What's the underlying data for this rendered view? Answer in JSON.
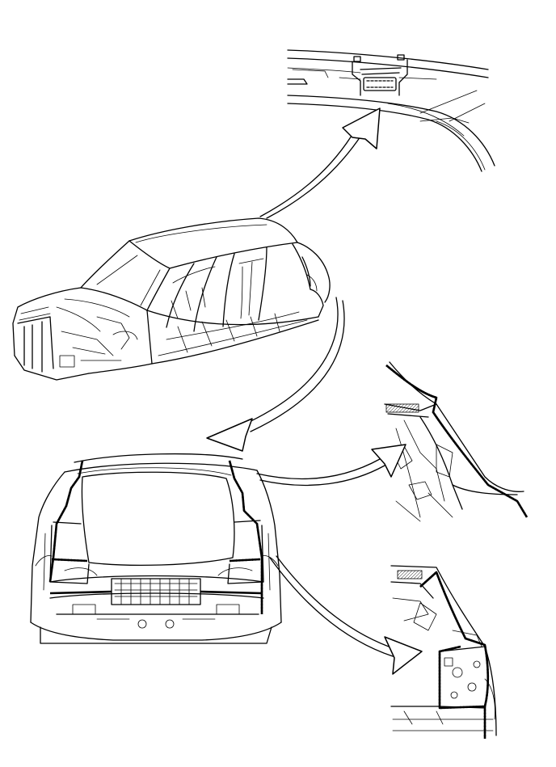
{
  "diagram": {
    "views": [
      {
        "id": "overview",
        "icon": "car-body-overview-icon"
      },
      {
        "id": "roof-detail",
        "icon": "roof-rail-detail-icon"
      },
      {
        "id": "rear-opening",
        "icon": "rear-body-opening-icon"
      },
      {
        "id": "upper-pillar-detail",
        "icon": "upper-pillar-seam-detail-icon"
      },
      {
        "id": "lower-corner-detail",
        "icon": "lower-corner-seam-detail-icon"
      }
    ],
    "colors": {
      "line": "#000000",
      "background": "#ffffff"
    }
  }
}
